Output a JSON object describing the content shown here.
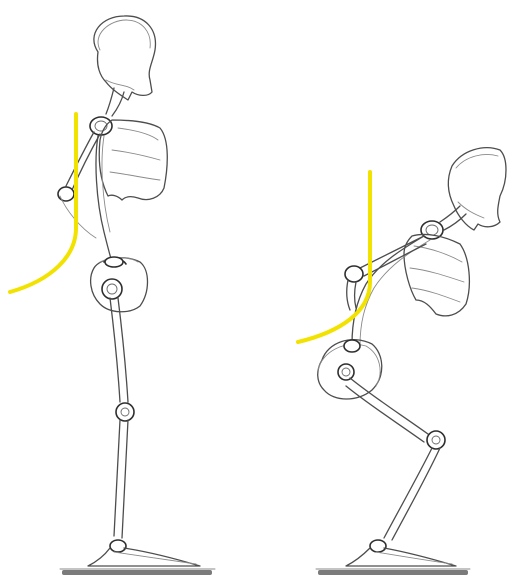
{
  "colors": {
    "background": "#ffffff",
    "pencil": "#4d4d4d",
    "spine_guide": "#f2e200",
    "ground": "#7b7b7b"
  },
  "figures": [
    {
      "name": "standing-skeleton",
      "pose": "upright"
    },
    {
      "name": "squatting-skeleton",
      "pose": "squat"
    }
  ],
  "guides": [
    {
      "figure": "standing-skeleton",
      "shape": "J-curve"
    },
    {
      "figure": "squatting-skeleton",
      "shape": "J-curve"
    }
  ]
}
